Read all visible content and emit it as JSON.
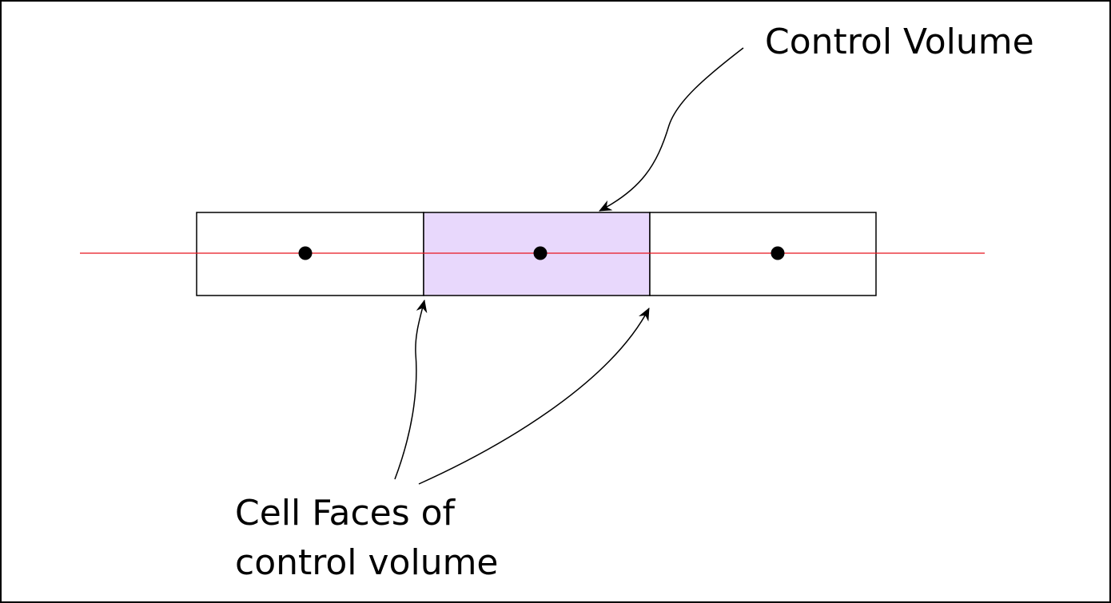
{
  "labels": {
    "control_volume": "Control Volume",
    "cell_faces_line1": "Cell Faces of",
    "cell_faces_line2": "control volume"
  },
  "colors": {
    "axis_line": "#e8141e",
    "control_volume_fill": "#e8d8fc",
    "stroke": "#000000",
    "node": "#000000",
    "background": "#ffffff"
  },
  "cells": [
    {
      "id": "left-cell",
      "highlighted": false
    },
    {
      "id": "control-volume-cell",
      "highlighted": true
    },
    {
      "id": "right-cell",
      "highlighted": false
    }
  ]
}
